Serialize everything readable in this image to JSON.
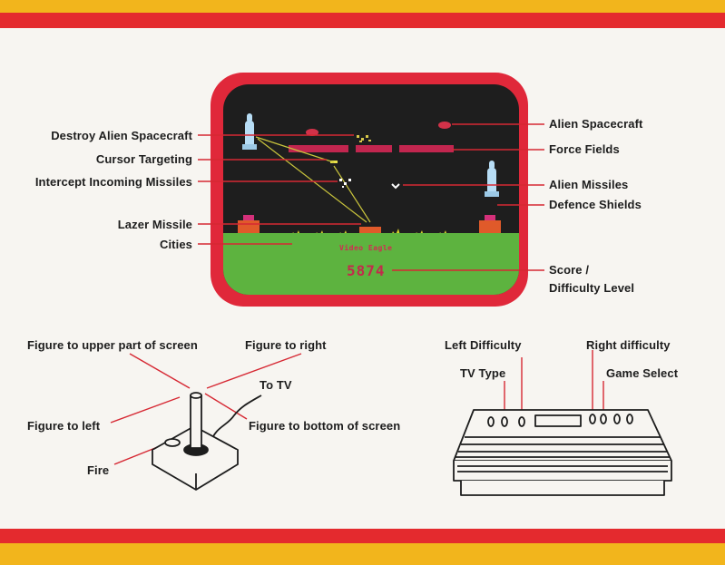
{
  "screen": {
    "game_name": "Video Eagle",
    "score": "5874"
  },
  "labels_left": {
    "destroy": "Destroy Alien Spacecraft",
    "cursor": "Cursor Targeting",
    "intercept": "Intercept Incoming Missiles",
    "lazer": "Lazer Missile",
    "cities": "Cities"
  },
  "labels_right": {
    "alien_spacecraft": "Alien Spacecraft",
    "force_fields": "Force Fields",
    "alien_missiles": "Alien Missiles",
    "defence_shields": "Defence Shields",
    "score_line1": "Score /",
    "score_line2": "Difficulty Level"
  },
  "joystick": {
    "upper": "Figure to upper part of screen",
    "right": "Figure to right",
    "to_tv": "To TV",
    "left": "Figure to left",
    "bottom": "Figure to bottom of screen",
    "fire": "Fire"
  },
  "console": {
    "left_difficulty": "Left Difficulty",
    "right_difficulty": "Right difficulty",
    "tv_type": "TV Type",
    "game_select": "Game Select"
  },
  "colors": {
    "red": "#e42a2e",
    "yellow": "#f2b51c",
    "ground": "#5db33f"
  }
}
